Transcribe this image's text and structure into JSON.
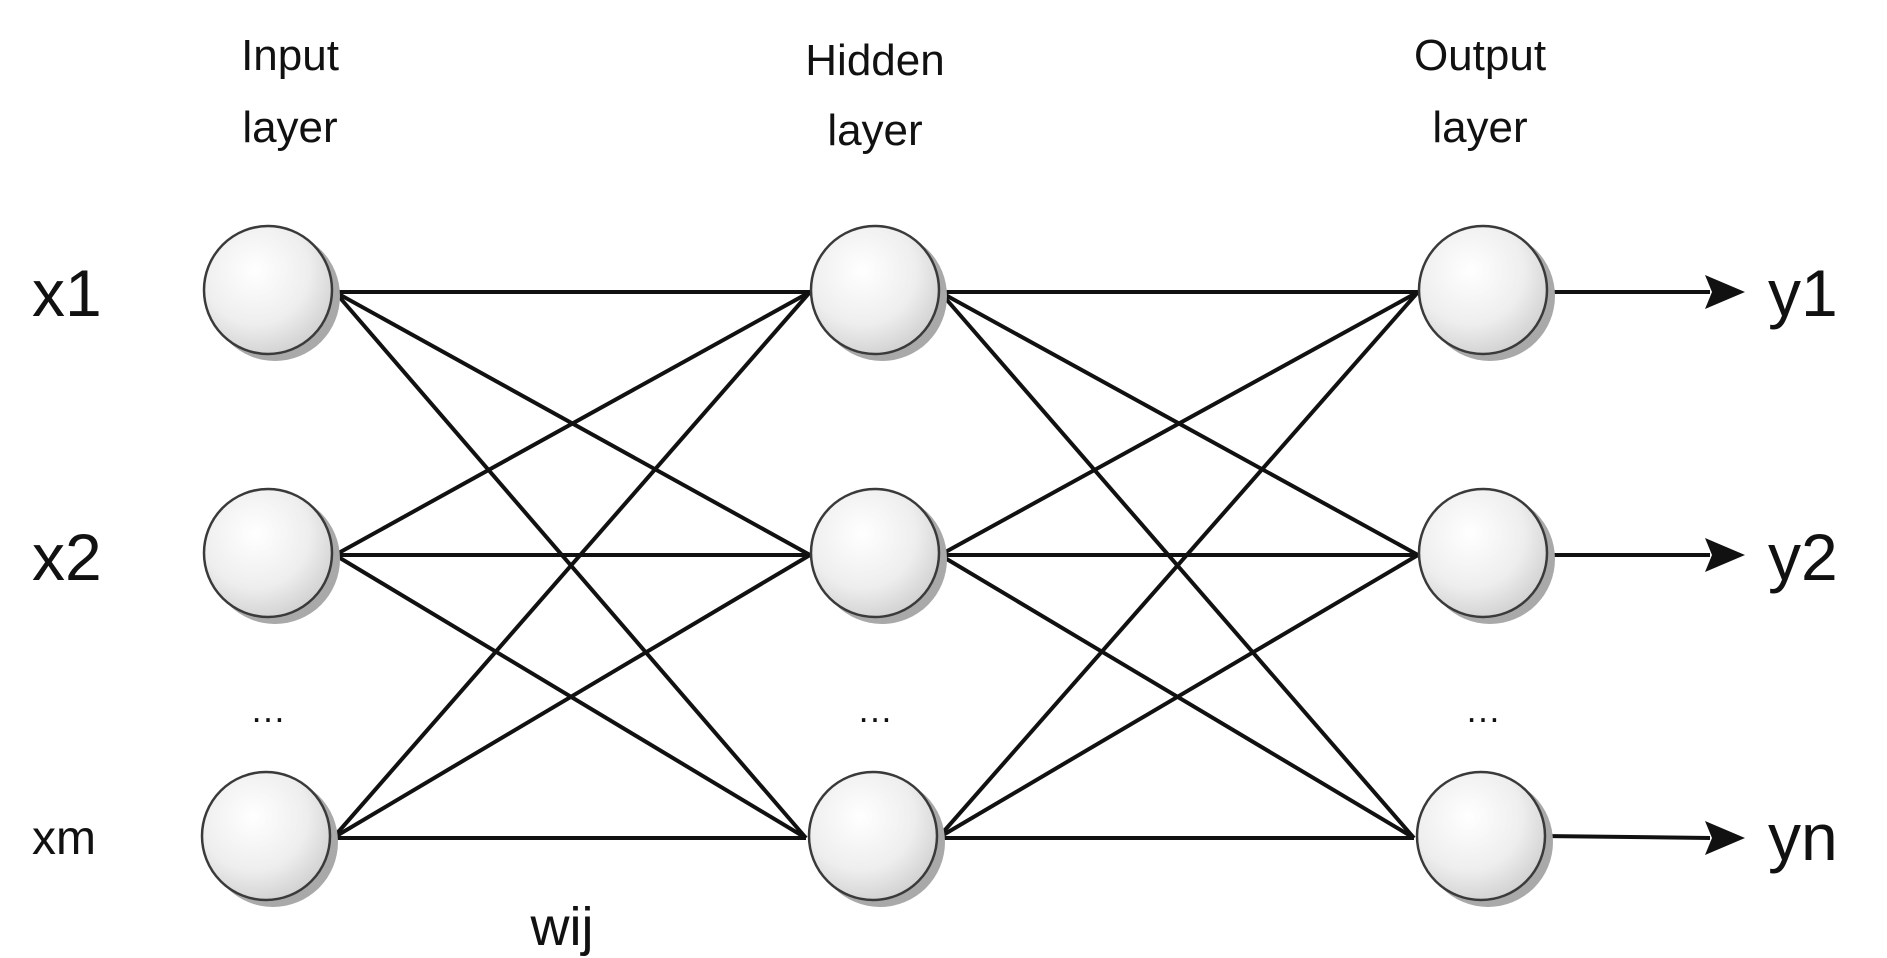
{
  "layers": {
    "input": {
      "line1": "Input",
      "line2": "layer"
    },
    "hidden": {
      "line1": "Hidden",
      "line2": "layer"
    },
    "output": {
      "line1": "Output",
      "line2": "layer"
    }
  },
  "inputs": [
    "x1",
    "x2",
    "xm"
  ],
  "outputs": [
    "y1",
    "y2",
    "yn"
  ],
  "ellipsis": "…",
  "weight_label": "wij",
  "colors": {
    "line": "#111111",
    "node_fill_light": "#ffffff",
    "node_fill_dark": "#d2d2d2",
    "node_shadow": "#a9a9a9"
  }
}
